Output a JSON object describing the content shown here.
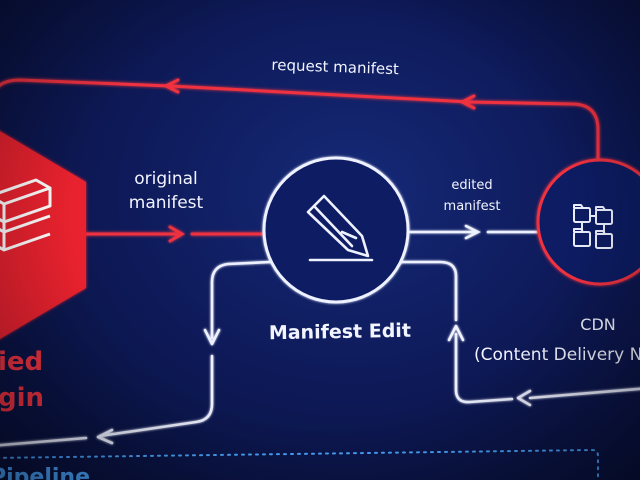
{
  "colors": {
    "background": "#0e1a5a",
    "accent_red": "#f0333f",
    "line_white": "#eef1ff",
    "dotted_blue": "#4aa8ff"
  },
  "edges": {
    "request_manifest": "request manifest",
    "original_manifest_line1": "original",
    "original_manifest_line2": "manifest",
    "edited_manifest_line1": "edited",
    "edited_manifest_line2": "manifest"
  },
  "nodes": {
    "origin_line1": "ied",
    "origin_line2": "gin",
    "manifest_edit": "Manifest Edit",
    "cdn_line1": "CDN",
    "cdn_line2": "(Content Delivery N",
    "pipeline": "Pipeline"
  },
  "icons": {
    "origin": "server-stack-icon",
    "manifest_edit": "pencil-icon",
    "cdn": "folder-network-icon"
  }
}
